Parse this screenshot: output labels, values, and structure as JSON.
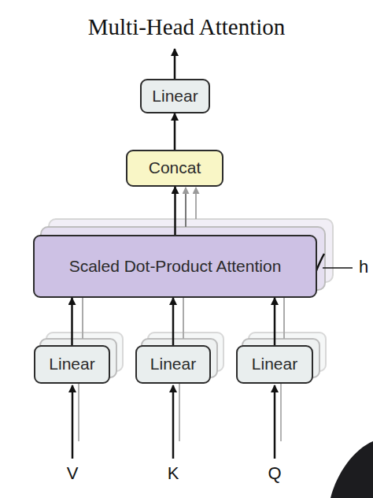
{
  "diagram": {
    "title": "Multi-Head Attention",
    "nodes": [
      {
        "text": [
          "Linear"
        ]
      },
      {
        "text": [
          "Concat"
        ]
      },
      {
        "text": [
          "Scaled Dot-Product Attention"
        ]
      },
      {
        "text": [
          "Linear"
        ]
      },
      {
        "text": [
          "Linear"
        ]
      },
      {
        "text": [
          "Linear"
        ]
      }
    ],
    "edges": [
      {
        "from": 3,
        "to": 2,
        "arrow": "to"
      },
      {
        "from": 4,
        "to": 2,
        "arrow": "to"
      },
      {
        "from": 5,
        "to": 2,
        "arrow": "to"
      },
      {
        "from": 2,
        "to": 1,
        "arrow": "to"
      },
      {
        "from": 1,
        "to": 0,
        "arrow": "to"
      }
    ],
    "labels": [
      "h",
      "V",
      "K",
      "Q"
    ]
  }
}
